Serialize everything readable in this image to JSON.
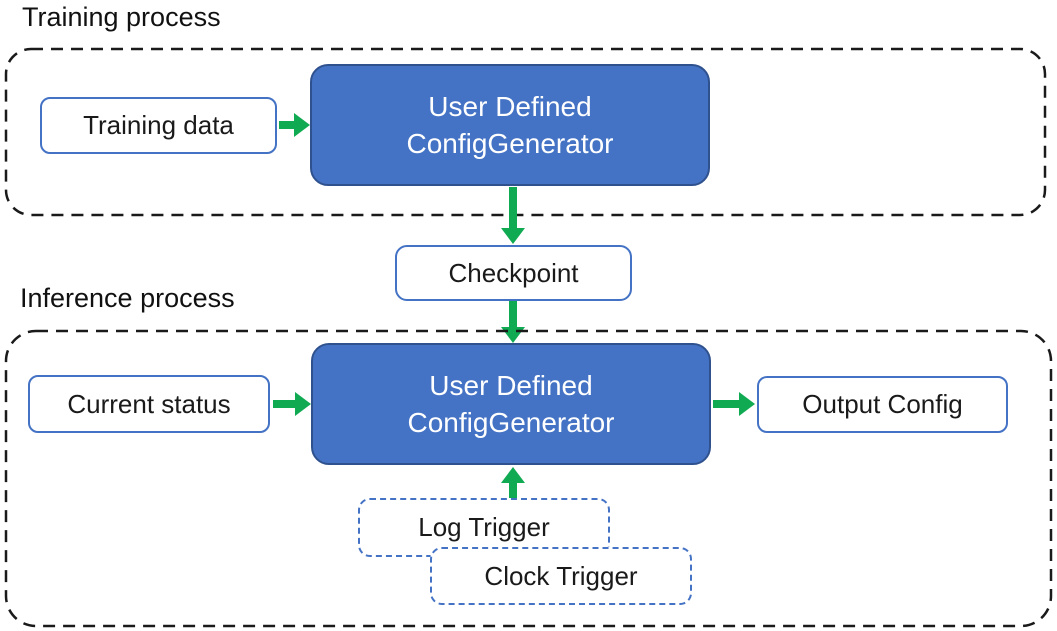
{
  "colors": {
    "node_fill_blue": "#4472C4",
    "node_border_dark_blue": "#2F528F",
    "arrow_green": "#10AA53",
    "container_dash_black": "#1a1a1a"
  },
  "training": {
    "label": "Training process",
    "training_data": "Training data",
    "generator_line1": "User Defined",
    "generator_line2": "ConfigGenerator"
  },
  "checkpoint": "Checkpoint",
  "inference": {
    "label": "Inference process",
    "current_status": "Current status",
    "generator_line1": "User Defined",
    "generator_line2": "ConfigGenerator",
    "output_config": "Output Config",
    "log_trigger": "Log Trigger",
    "clock_trigger": "Clock Trigger"
  },
  "connections": [
    {
      "from": "Training data",
      "to": "User Defined ConfigGenerator (training)",
      "direction": "right"
    },
    {
      "from": "User Defined ConfigGenerator (training)",
      "to": "Checkpoint",
      "direction": "down"
    },
    {
      "from": "Checkpoint",
      "to": "User Defined ConfigGenerator (inference)",
      "direction": "down"
    },
    {
      "from": "Current status",
      "to": "User Defined ConfigGenerator (inference)",
      "direction": "right"
    },
    {
      "from": "User Defined ConfigGenerator (inference)",
      "to": "Output Config",
      "direction": "right"
    },
    {
      "from": "Log Trigger / Clock Trigger",
      "to": "User Defined ConfigGenerator (inference)",
      "direction": "up"
    }
  ]
}
